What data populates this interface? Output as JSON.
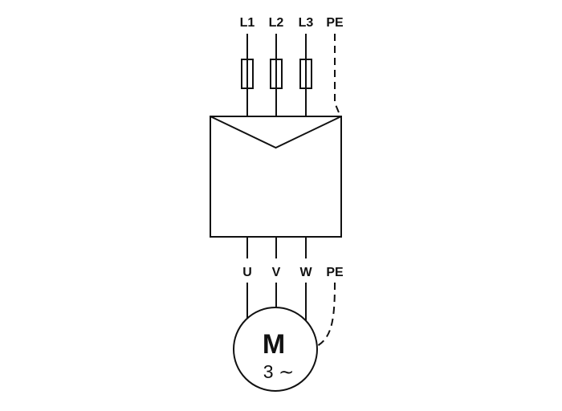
{
  "diagram": {
    "top_terminals": [
      {
        "label": "L1"
      },
      {
        "label": "L2"
      },
      {
        "label": "L3"
      },
      {
        "label": "PE"
      }
    ],
    "bottom_terminals": [
      {
        "label": "U"
      },
      {
        "label": "V"
      },
      {
        "label": "W"
      },
      {
        "label": "PE"
      }
    ],
    "motor": {
      "designation": "M",
      "phase": "3 ∼"
    },
    "colors": {
      "line": "#111111",
      "background": "#ffffff"
    }
  }
}
